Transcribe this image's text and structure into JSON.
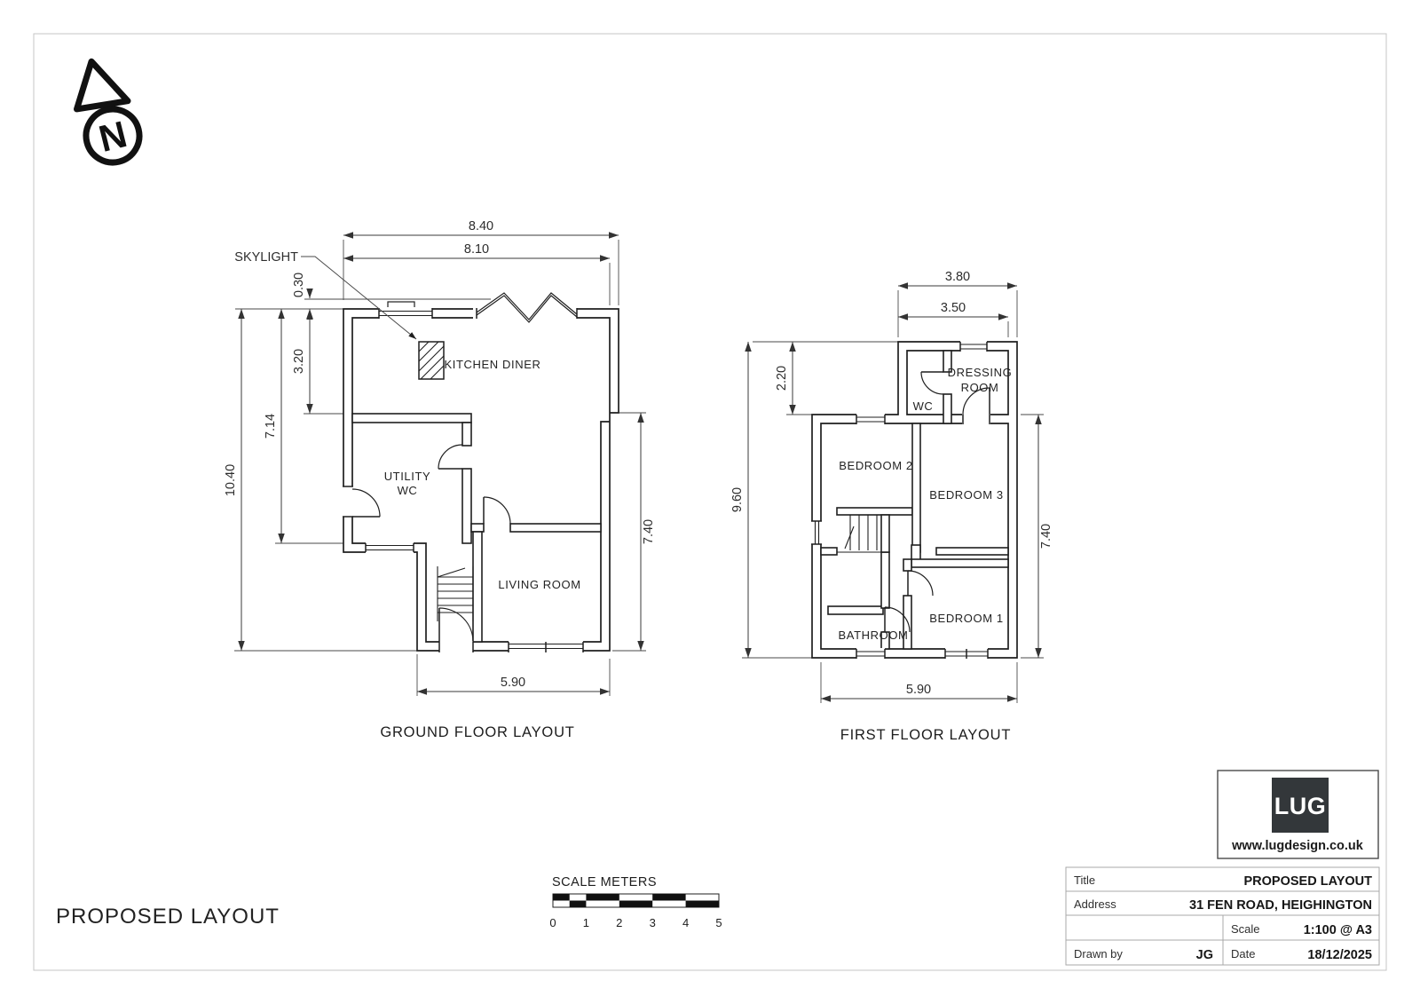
{
  "sheet": {
    "background": "#ffffff",
    "border_color": "#c6c6c6",
    "line_color": "#1f1f1f",
    "dim_color": "#3a3a3a",
    "logo_square_color": "#33373a"
  },
  "north_arrow": {
    "letter": "N"
  },
  "ground_floor": {
    "title": "GROUND FLOOR LAYOUT",
    "skylight_label": "SKYLIGHT",
    "rooms": {
      "kitchen": "KITCHEN DINER",
      "utility_line1": "UTILITY",
      "utility_line2": "WC",
      "living": "LIVING ROOM"
    },
    "dims": {
      "overall_width": "8.40",
      "inner_width": "8.10",
      "roof_offset": "0.30",
      "kitchen_depth": "3.20",
      "left_mid": "7.14",
      "overall_height": "10.40",
      "right_height": "7.40",
      "bottom_width": "5.90"
    }
  },
  "first_floor": {
    "title": "FIRST FLOOR LAYOUT",
    "rooms": {
      "dressing_line1": "DRESSING",
      "dressing_line2": "ROOM",
      "wc": "WC",
      "bedroom2": "BEDROOM 2",
      "bedroom3": "BEDROOM 3",
      "bedroom1": "BEDROOM 1",
      "bathroom": "BATHROOM"
    },
    "dims": {
      "top_overall": "3.80",
      "top_inner": "3.50",
      "left_top": "2.20",
      "left_overall": "9.60",
      "right_height": "7.40",
      "bottom_width": "5.90"
    }
  },
  "scale_bar": {
    "label": "SCALE METERS",
    "ticks": [
      "0",
      "1",
      "2",
      "3",
      "4",
      "5"
    ]
  },
  "footer": {
    "drawing_title": "PROPOSED LAYOUT"
  },
  "title_block": {
    "logo_text": "LUG",
    "website": "www.lugdesign.co.uk",
    "title_label": "Title",
    "title_value": "PROPOSED LAYOUT",
    "address_label": "Address",
    "address_value": "31 FEN ROAD, HEIGHINGTON",
    "scale_label": "Scale",
    "scale_value": "1:100 @ A3",
    "drawn_by_label": "Drawn by",
    "drawn_by_value": "JG",
    "date_label": "Date",
    "date_value": "18/12/2025"
  }
}
